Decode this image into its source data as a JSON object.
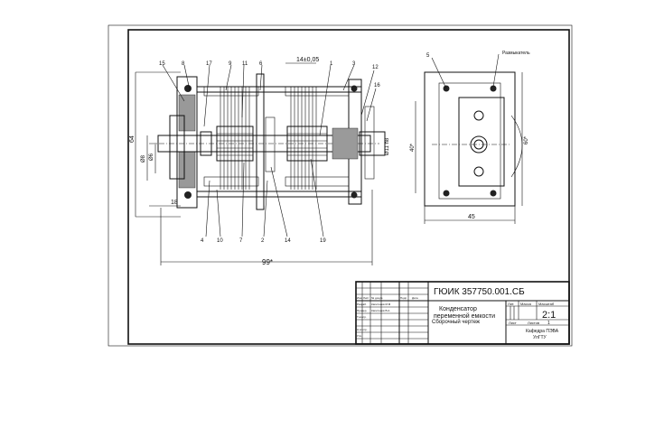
{
  "drawing": {
    "dimensions": {
      "top_width": "14±0,05",
      "overall_length": "99*",
      "left_height": "64",
      "shaft_d1": "Ø8",
      "shaft_d2": "Ø6",
      "left_offset": "18",
      "center_d": "Ø11 h8",
      "side_width": "45",
      "side_height1": "40*",
      "side_height2": "60*"
    },
    "callouts_top": [
      "15",
      "8",
      "17",
      "9",
      "11",
      "6",
      "1",
      "3",
      "12",
      "16"
    ],
    "callouts_bottom": [
      "4",
      "10",
      "7",
      "2",
      "14",
      "19"
    ],
    "side_callout": "5",
    "side_note": "Размыкатель"
  },
  "title_block": {
    "designation": "ГЮИК 357750.001.СБ",
    "name_line1": "Конденсатор",
    "name_line2": "переменной емкости",
    "doc_type": "Сборочный чертеж",
    "col_lit": "Лит.",
    "col_mass": "Масса",
    "col_scale": "Масштаб",
    "scale_value": "2:1",
    "sheet_label": "Лист",
    "sheets_label": "Листов",
    "sheets_value": "1",
    "org_line1": "Кафедра ПЭВА",
    "org_line2": "УлГТУ",
    "row_labels": [
      "Изм",
      "Лист",
      "№ докум.",
      "Подп.",
      "Дата"
    ],
    "role_labels": [
      "Разраб.",
      "Провер.",
      "Т.контр.",
      "Н.контр.",
      "Утв."
    ],
    "names": [
      "Капитонов М.М",
      "Капитонов В.А."
    ]
  }
}
